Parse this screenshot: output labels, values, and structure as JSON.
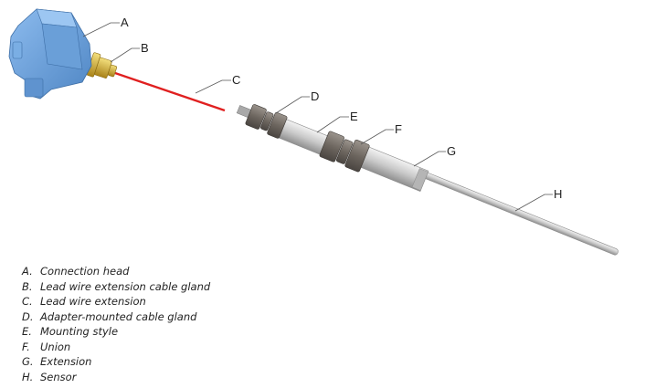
{
  "callouts": [
    "A",
    "B",
    "C",
    "D",
    "E",
    "F",
    "G",
    "H"
  ],
  "legend": [
    {
      "key": "A.",
      "text": "Connection head"
    },
    {
      "key": "B.",
      "text": "Lead wire extension cable gland"
    },
    {
      "key": "C.",
      "text": "Lead wire extension"
    },
    {
      "key": "D.",
      "text": "Adapter-mounted cable gland"
    },
    {
      "key": "E.",
      "text": "Mounting style"
    },
    {
      "key": "F.",
      "text": "Union"
    },
    {
      "key": "G.",
      "text": "Extension"
    },
    {
      "key": "H.",
      "text": "Sensor"
    }
  ],
  "colors": {
    "connection_head": "#6a9fd8",
    "cable_gland": "#d6b43a",
    "lead_wire": "#e02020",
    "fitting": "#77706a",
    "tube": "#c8c8c8"
  }
}
